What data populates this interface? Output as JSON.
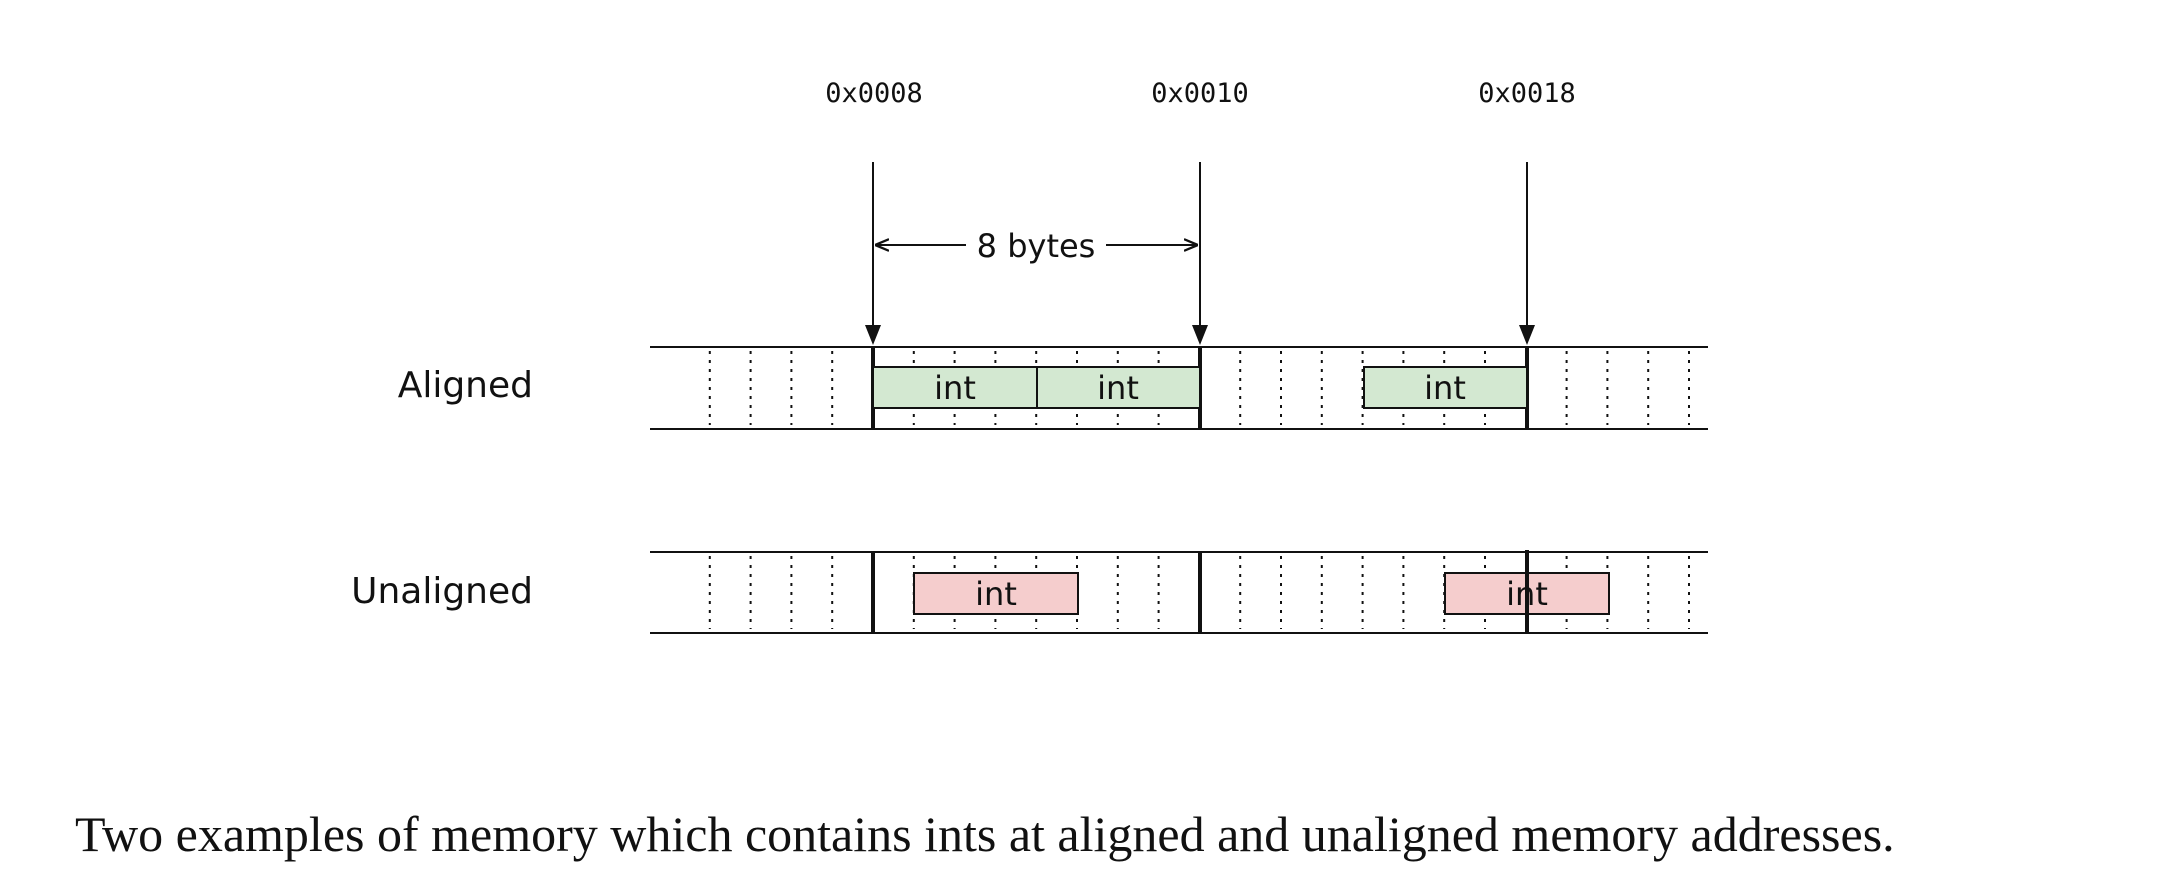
{
  "addresses": [
    "0x0008",
    "0x0010",
    "0x0018"
  ],
  "span": {
    "label": "8 bytes"
  },
  "rows": [
    {
      "label": "Aligned",
      "color": "#d3e8d1",
      "blocks": [
        {
          "label": "int"
        },
        {
          "label": "int"
        },
        {
          "label": "int"
        }
      ]
    },
    {
      "label": "Unaligned",
      "color": "#f5cdcd",
      "blocks": [
        {
          "label": "int"
        },
        {
          "label": "int"
        }
      ]
    }
  ],
  "caption": "Two examples of memory which contains ints at aligned and unaligned memory addresses."
}
